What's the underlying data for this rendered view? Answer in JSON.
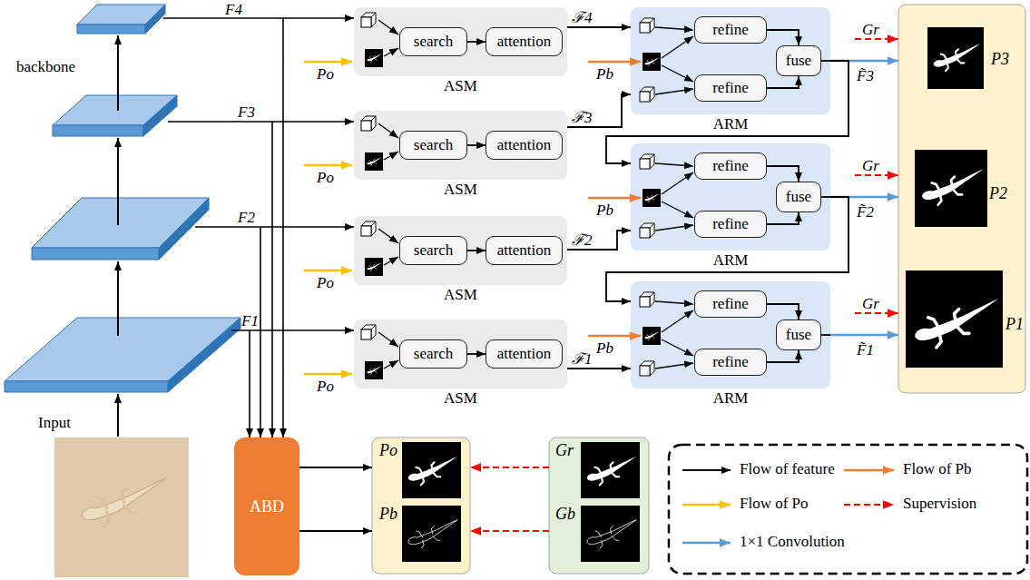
{
  "diagram": {
    "nodes": [
      {
        "text": [
          "ASM"
        ]
      },
      {
        "text": [
          "search"
        ],
        "in": 0
      },
      {
        "text": [
          "attention"
        ],
        "in": 0
      },
      {
        "text": [
          "ASM"
        ]
      },
      {
        "text": [
          "search"
        ],
        "in": 3
      },
      {
        "text": [
          "attention"
        ],
        "in": 3
      },
      {
        "text": [
          "ASM"
        ]
      },
      {
        "text": [
          "search"
        ],
        "in": 6
      },
      {
        "text": [
          "attention"
        ],
        "in": 6
      },
      {
        "text": [
          "ASM"
        ]
      },
      {
        "text": [
          "search"
        ],
        "in": 9
      },
      {
        "text": [
          "attention"
        ],
        "in": 9
      },
      {
        "text": [
          "ARM"
        ]
      },
      {
        "text": [
          "refine"
        ],
        "in": 12
      },
      {
        "text": [
          "refine"
        ],
        "in": 12
      },
      {
        "text": [
          "fuse"
        ],
        "in": 12
      },
      {
        "text": [
          "ARM"
        ]
      },
      {
        "text": [
          "refine"
        ],
        "in": 16
      },
      {
        "text": [
          "refine"
        ],
        "in": 16
      },
      {
        "text": [
          "fuse"
        ],
        "in": 16
      },
      {
        "text": [
          "ARM"
        ]
      },
      {
        "text": [
          "refine"
        ],
        "in": 20
      },
      {
        "text": [
          "refine"
        ],
        "in": 20
      },
      {
        "text": [
          "fuse"
        ],
        "in": 20
      },
      {
        "text": [
          "P3",
          "P2",
          "P1"
        ]
      },
      {
        "text": [
          "ABD"
        ]
      },
      {
        "text": [
          "Po",
          "Pb"
        ]
      },
      {
        "text": [
          "Gr",
          "Gb"
        ]
      }
    ],
    "edges": [
      {
        "from": 1,
        "to": 2,
        "arrow": "to"
      },
      {
        "from": 4,
        "to": 5,
        "arrow": "to"
      },
      {
        "from": 7,
        "to": 8,
        "arrow": "to"
      },
      {
        "from": 10,
        "to": 11,
        "arrow": "to"
      },
      {
        "from": 0,
        "to": 12,
        "arrow": "to",
        "label": "ℱ4"
      },
      {
        "from": 3,
        "to": 12,
        "arrow": "to",
        "label": "ℱ3"
      },
      {
        "from": 6,
        "to": 16,
        "arrow": "to",
        "label": "ℱ2"
      },
      {
        "from": 9,
        "to": 20,
        "arrow": "to",
        "label": "ℱ1"
      },
      {
        "from": 13,
        "to": 15,
        "arrow": "to"
      },
      {
        "from": 14,
        "to": 15,
        "arrow": "to"
      },
      {
        "from": 17,
        "to": 19,
        "arrow": "to"
      },
      {
        "from": 18,
        "to": 19,
        "arrow": "to"
      },
      {
        "from": 21,
        "to": 23,
        "arrow": "to"
      },
      {
        "from": 22,
        "to": 23,
        "arrow": "to"
      },
      {
        "from": 12,
        "to": 24,
        "arrow": "to",
        "label": "F̃3"
      },
      {
        "from": 16,
        "to": 24,
        "arrow": "to",
        "label": "F̃2"
      },
      {
        "from": 20,
        "to": 24,
        "arrow": "to",
        "label": "F̃1"
      },
      {
        "from": 12,
        "to": 16,
        "arrow": "to"
      },
      {
        "from": 16,
        "to": 20,
        "arrow": "to"
      },
      {
        "from": 25,
        "to": 26,
        "arrow": "to"
      },
      {
        "from": 25,
        "to": 26,
        "arrow": "to"
      },
      {
        "from": 27,
        "to": 26,
        "arrow": "to"
      },
      {
        "from": 27,
        "to": 26,
        "arrow": "to"
      }
    ],
    "labels": [
      "backbone",
      "Input",
      "F4",
      "F3",
      "F2",
      "F1",
      "Po",
      "Po",
      "Po",
      "Po",
      "Pb",
      "Pb",
      "Pb",
      "Gr",
      "Gr",
      "Gr"
    ],
    "legend": [
      {
        "text": "Flow of feature"
      },
      {
        "text": "Flow of Pb"
      },
      {
        "text": "Flow of Po"
      },
      {
        "text": "Supervision"
      },
      {
        "text": "1×1 Convolution"
      }
    ]
  }
}
